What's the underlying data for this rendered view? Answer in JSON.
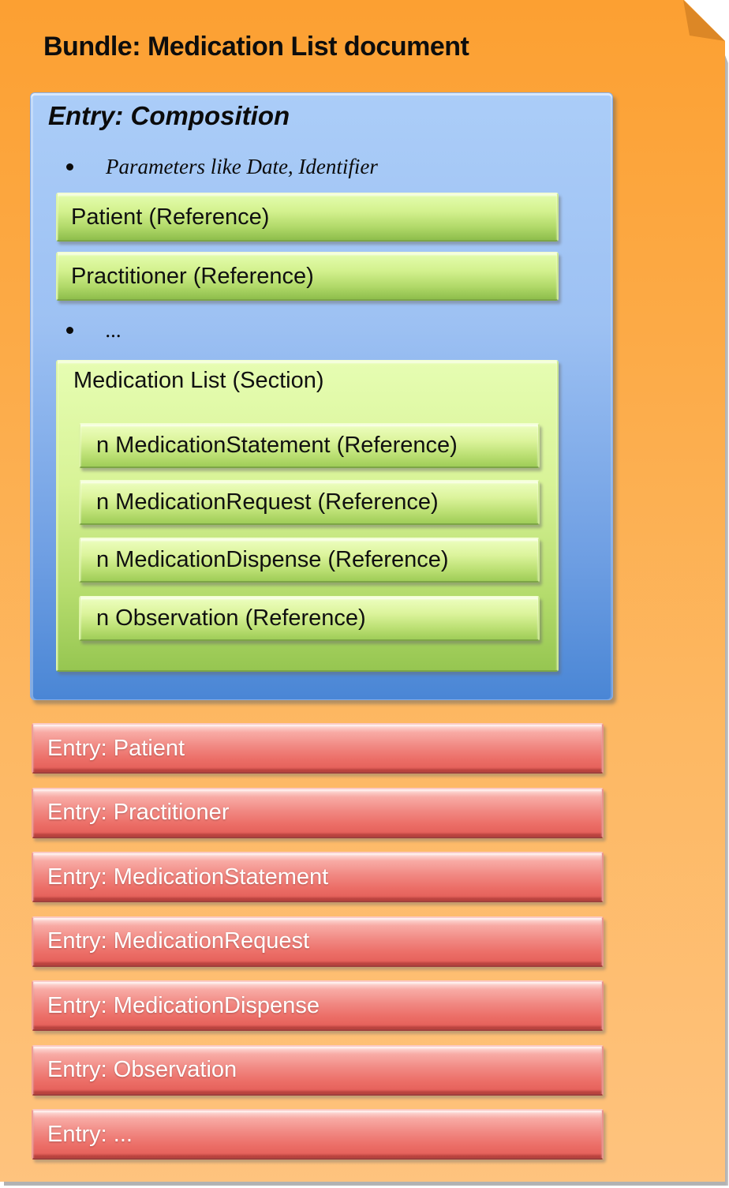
{
  "bundle": {
    "title": "Bundle: Medication List document"
  },
  "composition": {
    "title": "Entry: Composition",
    "bullets": [
      "Parameters like Date, Identifier",
      "..."
    ],
    "references": [
      "Patient (Reference)",
      "Practitioner (Reference)"
    ],
    "section": {
      "title": "Medication List (Section)",
      "items": [
        "n MedicationStatement (Reference)",
        "n MedicationRequest (Reference)",
        "n MedicationDispense (Reference)",
        "n Observation (Reference)"
      ]
    }
  },
  "entries": [
    "Entry: Patient",
    "Entry: Practitioner",
    "Entry: MedicationStatement",
    "Entry: MedicationRequest",
    "Entry: MedicationDispense",
    "Entry: Observation",
    "Entry: ..."
  ],
  "colors": {
    "sheet_top": "#FCA032",
    "sheet_bottom": "#FEC37E",
    "fold": "#DD851F",
    "composition_top": "#ABCDF8",
    "composition_bottom": "#4A86D5",
    "reference_top": "#E4FDAE",
    "reference_bottom": "#8EBE4C",
    "entry_top": "#FEE3DF",
    "entry_bottom": "#E35C56",
    "title_text": "#0D0D0D",
    "entry_text": "#FFFFFF"
  }
}
